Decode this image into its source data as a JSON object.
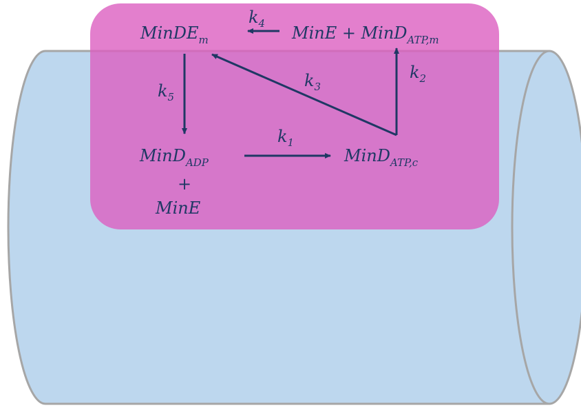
{
  "diagram": {
    "colors": {
      "cylinder_fill": "#bdd7ee",
      "cylinder_stroke": "#a6a6a6",
      "panel_fill": "#dc5fc0",
      "panel_alpha": 0.8,
      "text": "#1f3864",
      "arrow": "#1f3864"
    },
    "species": {
      "minde_m": {
        "base": "MinDE",
        "sub": "m"
      },
      "mine_atp_m": {
        "prefix": "MinE + ",
        "base": "MinD",
        "sub": "ATP,m"
      },
      "mind_adp": {
        "base": "MinD",
        "sub": "ADP"
      },
      "plus": "+",
      "mine": "MinE",
      "mind_atp_c": {
        "base": "MinD",
        "sub": "ATP,c"
      }
    },
    "rates": {
      "k1": {
        "base": "k",
        "sub": "1"
      },
      "k2": {
        "base": "k",
        "sub": "2"
      },
      "k3": {
        "base": "k",
        "sub": "3"
      },
      "k4": {
        "base": "k",
        "sub": "4"
      },
      "k5": {
        "base": "k",
        "sub": "5"
      }
    },
    "reactions": [
      {
        "from": "MinD_ATP,m + MinE",
        "to": "MinDE_m",
        "rate": "k4"
      },
      {
        "from": "MinDE_m",
        "to": "MinD_ADP + MinE",
        "rate": "k5"
      },
      {
        "from": "MinD_ADP",
        "to": "MinD_ATP,c",
        "rate": "k1"
      },
      {
        "from": "MinD_ATP,c",
        "to": "MinD_ATP,m",
        "rate": "k2"
      },
      {
        "from": "MinD_ATP,c",
        "to": "MinDE_m",
        "rate": "k3"
      }
    ]
  }
}
